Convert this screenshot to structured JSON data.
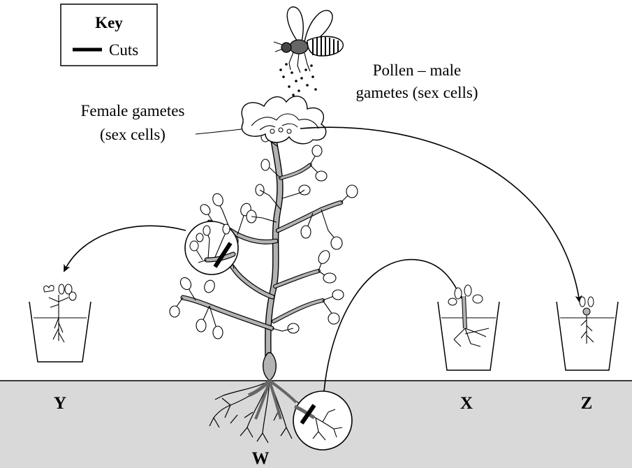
{
  "key": {
    "title": "Key",
    "cuts_label": "Cuts"
  },
  "labels": {
    "pollen": [
      "Pollen – male",
      "gametes (sex cells)"
    ],
    "female": [
      "Female gametes",
      "(sex cells)"
    ]
  },
  "letters": {
    "Y": "Y",
    "W": "W",
    "X": "X",
    "Z": "Z"
  },
  "colors": {
    "ground": "#d9d9d9",
    "stem": "#b3b3b3",
    "water": "#ffffff",
    "ink": "#000000"
  },
  "icons": [
    "insect-icon",
    "flower-icon",
    "plant-icon",
    "cut-mark-icon",
    "arrow-icon",
    "pot-icon"
  ]
}
